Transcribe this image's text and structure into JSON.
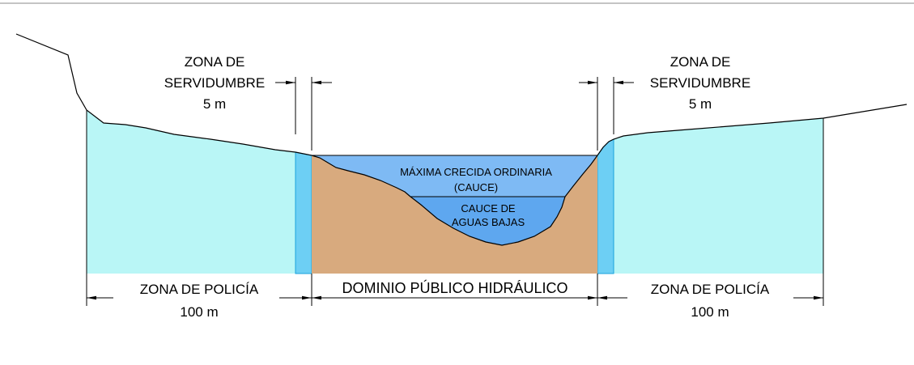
{
  "colors": {
    "police_zone": "#b9f6f6",
    "easement_zone": "#6dcff4",
    "public_domain_soil": "#d8aa7e",
    "ordinary_flood": "#7ebaf4",
    "low_water": "#5ea7ef",
    "frame_line": "#8a8a8a"
  },
  "easement_left": {
    "line1": "ZONA DE",
    "line2": "SERVIDUMBRE",
    "width": "5 m"
  },
  "easement_right": {
    "line1": "ZONA DE",
    "line2": "SERVIDUMBRE",
    "width": "5 m"
  },
  "police_left": {
    "name": "ZONA DE POLICÍA",
    "width": "100 m"
  },
  "police_right": {
    "name": "ZONA DE POLICÍA",
    "width": "100 m"
  },
  "public_domain": {
    "name": "DOMINIO PÚBLICO HIDRÁULICO"
  },
  "ordinary_flood": {
    "line1": "MÁXIMA CRECIDA ORDINARIA",
    "line2": "(CAUCE)"
  },
  "low_water_channel": {
    "line1": "CAUCE DE",
    "line2": "AGUAS BAJAS"
  }
}
